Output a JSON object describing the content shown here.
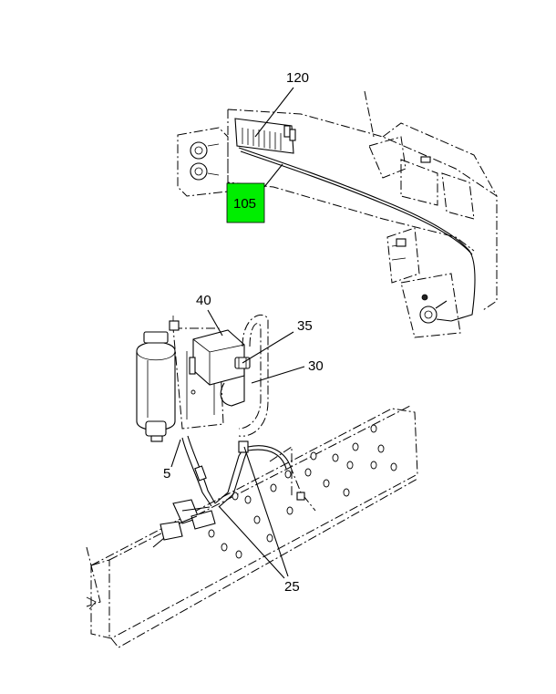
{
  "callouts": {
    "c120": "120",
    "c105": "105",
    "c40": "40",
    "c35": "35",
    "c30": "30",
    "c5": "5",
    "c25": "25"
  },
  "colors": {
    "highlight_fill": "#00ee00",
    "line": "#000000",
    "background": "#ffffff"
  }
}
